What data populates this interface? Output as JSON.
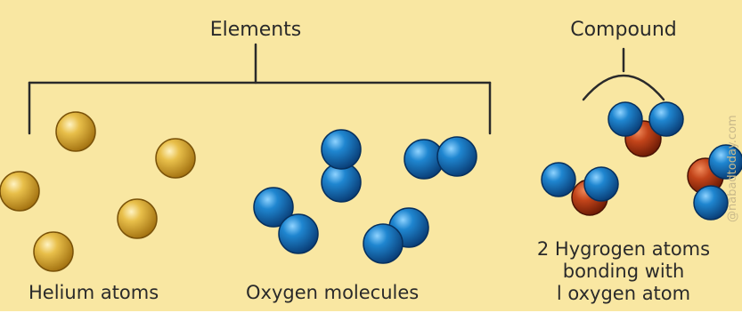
{
  "labels": {
    "elements": "Elements",
    "compound": "Compound",
    "helium": "Helium atoms",
    "oxygen": "Oxygen molecules",
    "water_line1": "2 Hygrogen atoms",
    "water_line2": "bonding with",
    "water_line3": "l oxygen atom"
  },
  "watermark": "@nabadtoday.com",
  "colors": {
    "background": "#f9e7a2",
    "bracket": "#2a2a2a",
    "helium": "#d4a52e",
    "oxygen_blue": "#1b6fb3",
    "oxygen_red": "#b53a12"
  }
}
